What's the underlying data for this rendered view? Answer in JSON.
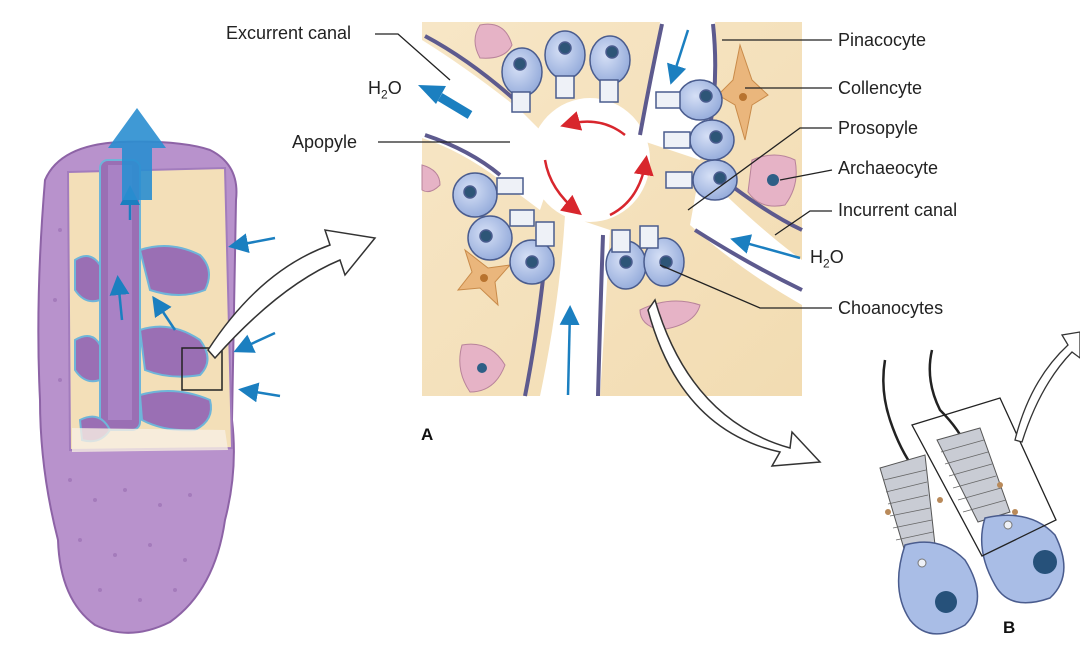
{
  "labels": {
    "excurrent_canal": "Excurrent canal",
    "water_out": "H",
    "water_out_sub": "2",
    "water_out_tail": "O",
    "apopyle": "Apopyle",
    "pinacocyte": "Pinacocyte",
    "collencyte": "Collencyte",
    "prosopyle": "Prosopyle",
    "archaeocyte": "Archaeocyte",
    "incurrent_canal": "Incurrent canal",
    "water_in": "H",
    "water_in_sub": "2",
    "water_in_tail": "O",
    "choanocytes": "Choanocytes"
  },
  "panels": {
    "a": "A",
    "b": "B"
  },
  "colors": {
    "sponge_body": "#b48fc7",
    "sponge_dark": "#8d63a6",
    "mesohyl": "#f6e4c0",
    "choanocyte": "#a9bde6",
    "flow_arrow": "#1b7fc0",
    "circulation_arrow": "#d8262d",
    "archaeocyte": "#e6b3c6",
    "collencyte": "#eab67c"
  }
}
